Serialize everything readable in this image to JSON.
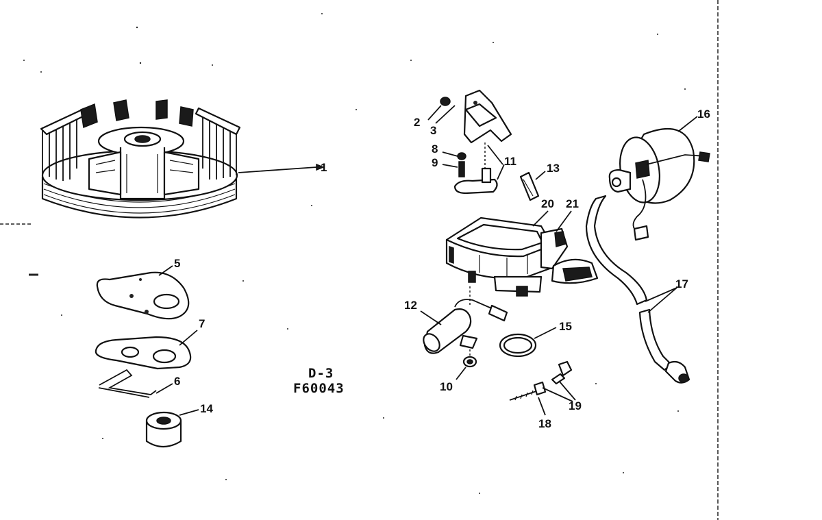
{
  "diagram": {
    "callouts": [
      {
        "id": "1",
        "label": "1"
      },
      {
        "id": "2",
        "label": "2"
      },
      {
        "id": "3",
        "label": "3"
      },
      {
        "id": "5",
        "label": "5"
      },
      {
        "id": "6",
        "label": "6"
      },
      {
        "id": "7",
        "label": "7"
      },
      {
        "id": "8",
        "label": "8"
      },
      {
        "id": "9",
        "label": "9"
      },
      {
        "id": "10",
        "label": "10"
      },
      {
        "id": "11",
        "label": "11"
      },
      {
        "id": "12",
        "label": "12"
      },
      {
        "id": "13",
        "label": "13"
      },
      {
        "id": "14",
        "label": "14"
      },
      {
        "id": "15",
        "label": "15"
      },
      {
        "id": "16",
        "label": "16"
      },
      {
        "id": "17",
        "label": "17"
      },
      {
        "id": "18",
        "label": "18"
      },
      {
        "id": "19",
        "label": "19"
      },
      {
        "id": "20",
        "label": "20"
      },
      {
        "id": "21",
        "label": "21"
      }
    ],
    "figure_code": "D-3",
    "drawing_number": "F60043"
  }
}
